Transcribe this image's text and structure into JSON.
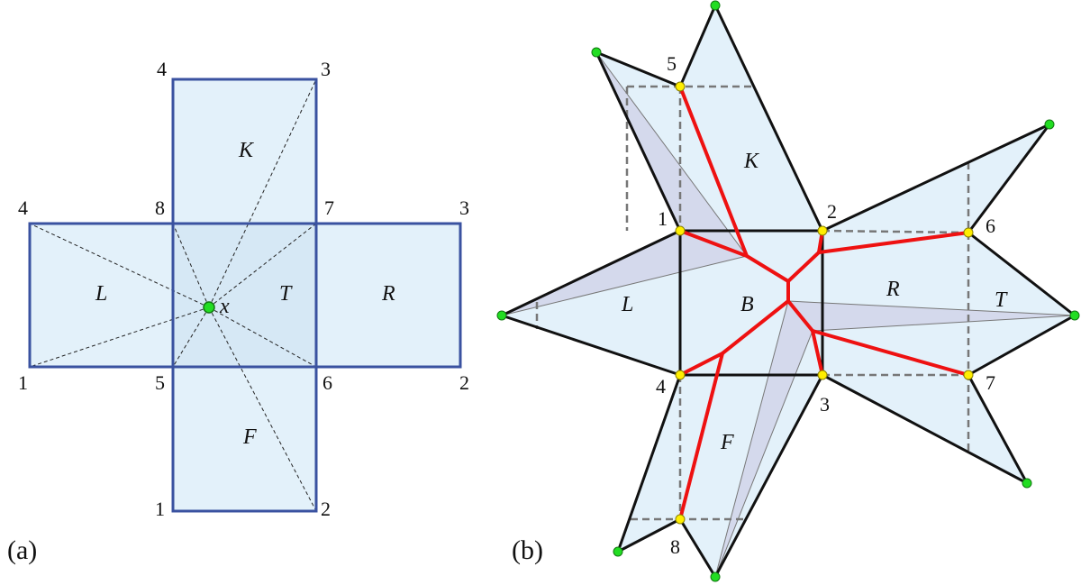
{
  "panel_a": {
    "caption": "(a)",
    "point_label": "x",
    "faces": {
      "top": "K",
      "left": "L",
      "center": "T",
      "right": "R",
      "bottom": "F"
    },
    "labels": {
      "k4": "4",
      "k3": "3",
      "l4": "4",
      "c8": "8",
      "c7": "7",
      "r3": "3",
      "l1": "1",
      "c5": "5",
      "c6": "6",
      "r2": "2",
      "f1": "1",
      "f2": "2"
    }
  },
  "panel_b": {
    "caption": "(b)",
    "faces": {
      "K": "K",
      "L": "L",
      "B": "B",
      "R": "R",
      "T": "T",
      "F": "F"
    },
    "labels": {
      "v1": "1",
      "v2": "2",
      "v3": "3",
      "v4": "4",
      "v5": "5",
      "v6": "6",
      "v7": "7",
      "v8": "8"
    }
  },
  "colors": {
    "face_fill": "#e3f1fa",
    "face_center_fill": "#d6e8f5",
    "net_edge": "#3a52a0",
    "dashed": "#777777",
    "tri_fill": "#c9c9e3",
    "cut_tree": "#ee1111",
    "vertex_yellow": "#ffee00",
    "vertex_green": "#22dd22"
  }
}
